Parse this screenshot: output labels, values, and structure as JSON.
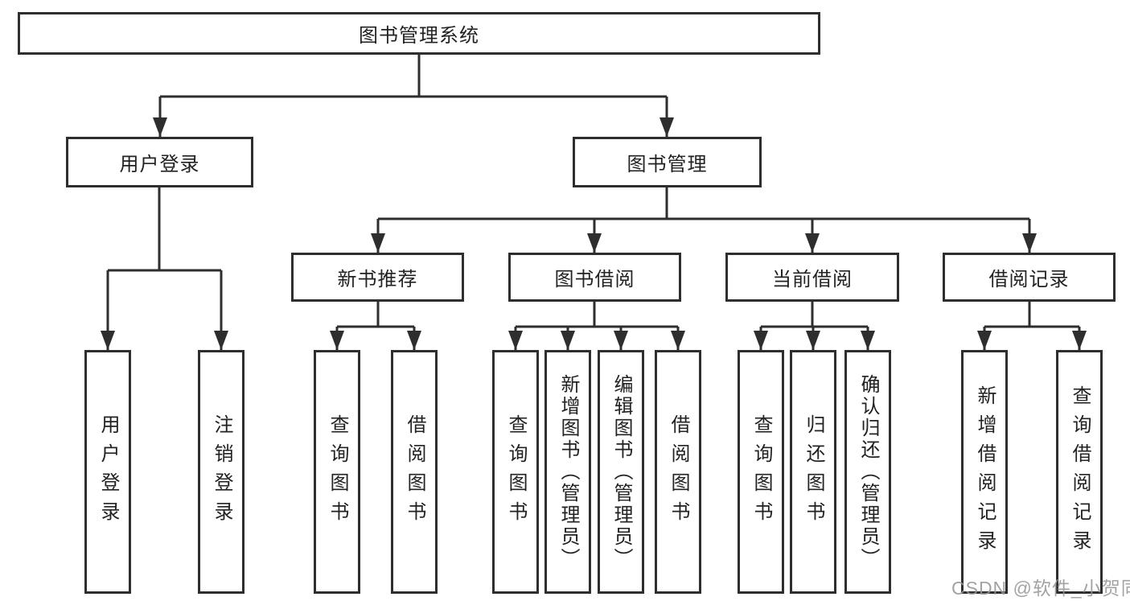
{
  "diagram": {
    "root_label": "图书管理系统",
    "nodes": {
      "user_login": {
        "label": "用户登录",
        "children": [
          "用户登录",
          "注销登录"
        ]
      },
      "book_mgmt": {
        "label": "图书管理"
      },
      "new_book": {
        "label": "新书推荐",
        "children": [
          "查询图书",
          "借阅图书"
        ]
      },
      "book_borrow": {
        "label": "图书借阅",
        "children": [
          "查询图书",
          "新增图书（管理员）",
          "编辑图书（管理员）",
          "借阅图书"
        ]
      },
      "current_borrow": {
        "label": "当前借阅",
        "children": [
          "查询图书",
          "归还图书",
          "确认归还（管理员）"
        ]
      },
      "borrow_record": {
        "label": "借阅记录",
        "children": [
          "新增借阅记录",
          "查询借阅记录"
        ]
      }
    },
    "watermark": "CSDN @软件_小贺同学",
    "colors": {
      "line": "#2e2e2e",
      "text": "#222222",
      "watermark": "#969696",
      "background": "#ffffff"
    }
  }
}
